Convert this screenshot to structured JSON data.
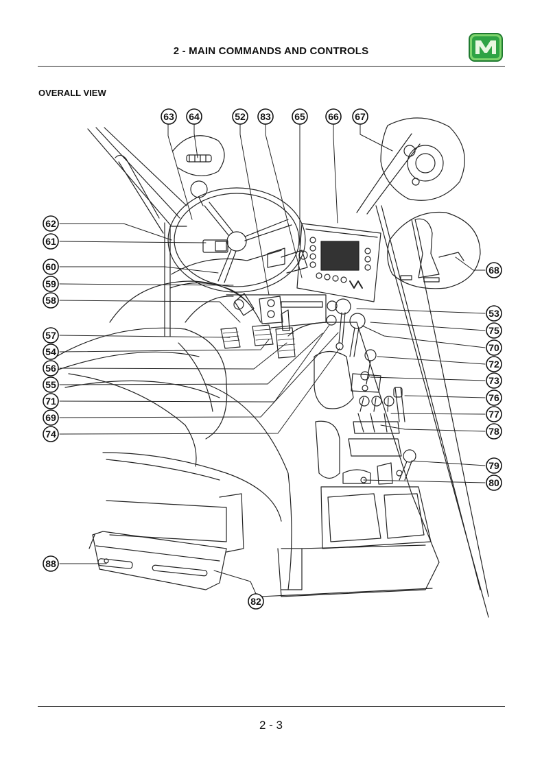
{
  "header": {
    "title": "2 - MAIN COMMANDS AND CONTROLS",
    "logo_icon": "mx-logo-icon",
    "logo_color": "#1f9a3a",
    "logo_bg": "#7ed46c"
  },
  "section": {
    "title": "OVERALL VIEW"
  },
  "callouts": {
    "c63": "63",
    "c64": "64",
    "c52": "52",
    "c83": "83",
    "c65": "65",
    "c66": "66",
    "c67": "67",
    "c62": "62",
    "c61": "61",
    "c60": "60",
    "c59": "59",
    "c58": "58",
    "c57": "57",
    "c54": "54",
    "c56": "56",
    "c55": "55",
    "c71": "71",
    "c69": "69",
    "c74": "74",
    "c53": "53",
    "c75": "75",
    "c70": "70",
    "c72": "72",
    "c73": "73",
    "c76": "76",
    "c77": "77",
    "c78": "78",
    "c79": "79",
    "c80": "80",
    "c68": "68",
    "c88": "88",
    "c82": "82"
  },
  "footer": {
    "page_number": "2 - 3"
  }
}
